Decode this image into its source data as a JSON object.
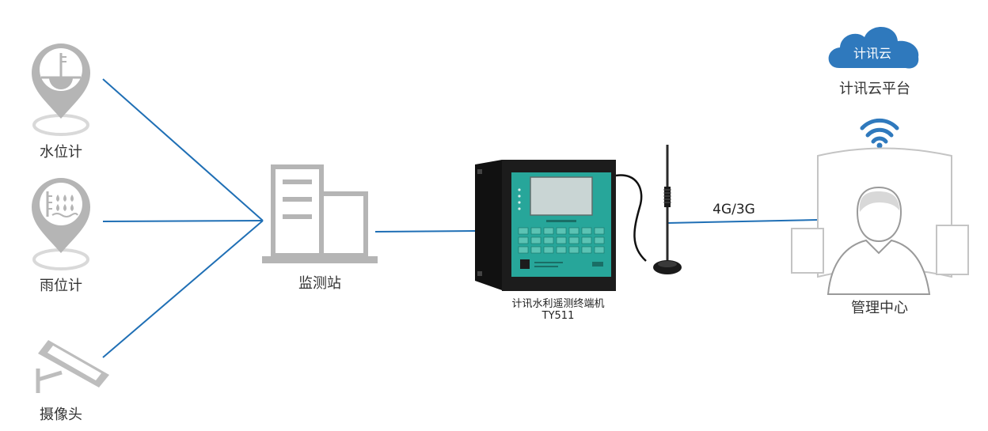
{
  "diagram": {
    "sensors": [
      {
        "label": "水位计",
        "icon": "water-level-pin-icon"
      },
      {
        "label": "雨位计",
        "icon": "rain-gauge-pin-icon"
      },
      {
        "label": "摄像头",
        "icon": "camera-icon"
      }
    ],
    "station": {
      "label": "监测站",
      "icon": "building-icon"
    },
    "terminal": {
      "name": "计讯水利遥测终端机",
      "model": "TY511",
      "icon": "telemetry-terminal-icon",
      "antenna_icon": "antenna-icon"
    },
    "network": {
      "label": "4G/3G"
    },
    "cloud": {
      "badge": "计讯云",
      "label": "计讯云平台",
      "icon": "cloud-icon"
    },
    "wifi": {
      "icon": "wifi-icon"
    },
    "center": {
      "label": "管理中心",
      "icon": "monitor-user-icon"
    },
    "colors": {
      "link": "#1f6fb5",
      "icon_gray": "#b5b5b5",
      "icon_light": "#d9d9d9",
      "cloud": "#2f79bd",
      "device_body": "#1c1c1c",
      "device_panel": "#27a69a",
      "screen": "#c9d5d4",
      "key": "#5bc3b4",
      "monitor_fill": "#ffffff",
      "monitor_stroke": "#c4c4c4"
    }
  }
}
